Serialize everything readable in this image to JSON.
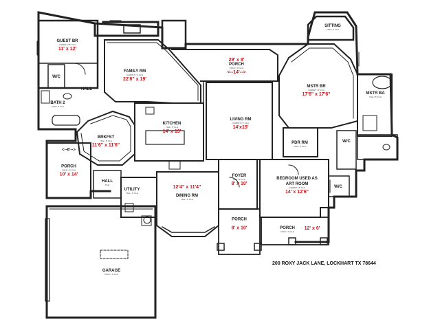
{
  "address": "200 ROXY JACK LANE, LOCKHART TX 78644",
  "rooms": {
    "guest_br": {
      "name": "GUEST BR",
      "sub": "CARPET / 8' CLG",
      "dim": "11' x 12'"
    },
    "wic_left": {
      "name": "W/C"
    },
    "hall_left": {
      "name": "HALL"
    },
    "bath2": {
      "name": "BATH 2",
      "sub": "TILE / 8' CLG"
    },
    "family_rm": {
      "name": "FAMILY RM",
      "sub": "CARPET / 9' CLG",
      "dim": "22'6\" x 19'"
    },
    "porch_top": {
      "name": "PORCH",
      "sub": "CONC / 9' CLG",
      "dim_top": "29' x 8'",
      "dim": "<--14'-->"
    },
    "sitting": {
      "name": "SITTING",
      "sub": "TILE / 8' CLG"
    },
    "mstr_br": {
      "name": "MSTR BR",
      "sub": "CARPET / 9' CLG",
      "dim": "17'6\" x 17'6\""
    },
    "mstr_ba": {
      "name": "MSTR BA",
      "sub": "TILE / 8' CLG"
    },
    "kitchen": {
      "name": "KITCHEN",
      "sub": "TILE / 8' CLG",
      "dim": "14' x 13'"
    },
    "brkfst": {
      "name": "BRKFST",
      "sub": "TILE / 8' CLG",
      "dim": "11'6\" x 11'6\""
    },
    "living_rm": {
      "name": "LIVING RM",
      "sub": "CARPET / 9' CLG",
      "dim": "14'x15'"
    },
    "pdr_rm": {
      "name": "PDR RM",
      "sub": "TILE / 8' CLG"
    },
    "wic_right": {
      "name": "W/C"
    },
    "porch_left": {
      "name": "PORCH",
      "sub": "CONC / 9' CLG",
      "dim": "10' x 14'",
      "dim_top": "<--6'-->"
    },
    "hall_mid": {
      "name": "HALL",
      "sub": "TILE"
    },
    "utility": {
      "name": "UTILITY",
      "sub": "TILE / 8' CLG"
    },
    "dining_rm": {
      "name": "DINING RM",
      "sub": "TILE / 9' CLG",
      "dim": "12'4\" x 11'4\""
    },
    "foyer": {
      "name": "FOYER",
      "sub": "TILE / 9' CLG",
      "dim": "8' x 10'"
    },
    "bedroom_art": {
      "name": "BEDROOM USED AS",
      "name2": "ART ROOM",
      "sub": "CARPET / 8' CLG",
      "dim": "14' x 12'6\""
    },
    "wic_art": {
      "name": "W/C"
    },
    "porch_front": {
      "name": "PORCH",
      "dim": "8' x 10'"
    },
    "porch_right": {
      "name": "PORCH",
      "sub": "CONC / 9' CLG",
      "dim": "12' x 6'"
    },
    "garage": {
      "name": "GARAGE",
      "sub": "CONC / 9' CLG"
    }
  }
}
